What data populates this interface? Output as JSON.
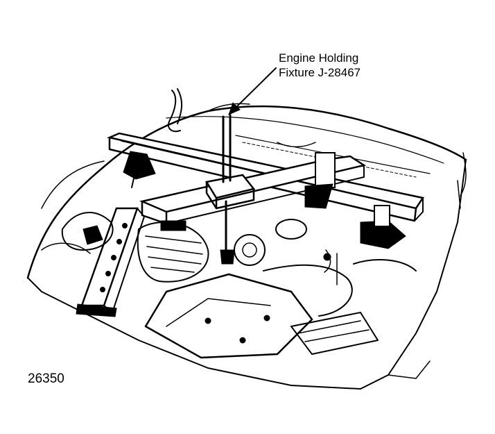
{
  "callout": {
    "line1": "Engine Holding",
    "line2": "Fixture J-28467"
  },
  "figure_number": "26350",
  "colors": {
    "ink": "#000000",
    "paper": "#ffffff"
  }
}
